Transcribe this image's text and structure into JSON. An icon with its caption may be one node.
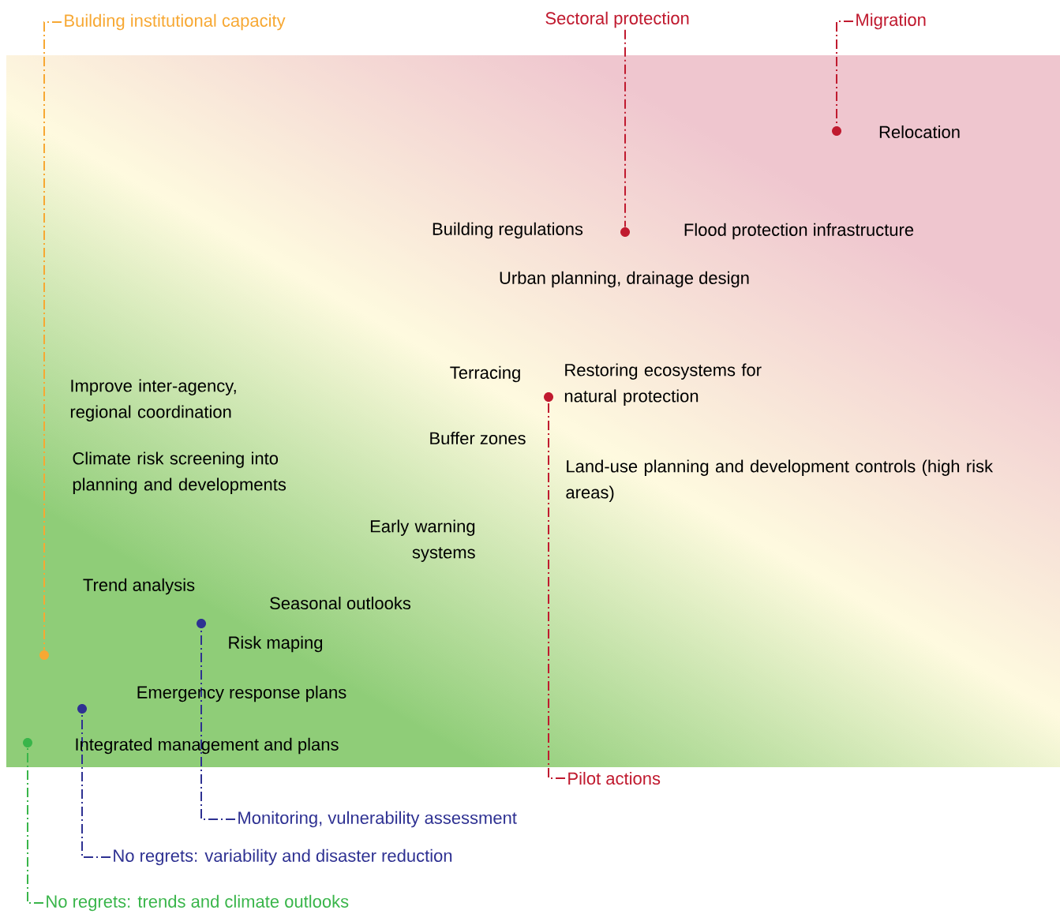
{
  "diagram": {
    "nodes": [
      {
        "text": [
          "Building institutional capacity"
        ]
      },
      {
        "text": [],
        "shape": "circle"
      },
      {
        "text": [
          "Sectoral protection"
        ]
      },
      {
        "text": [],
        "shape": "circle"
      },
      {
        "text": [
          "Migration"
        ]
      },
      {
        "text": [],
        "shape": "circle"
      },
      {
        "text": [
          "Pilot actions"
        ]
      },
      {
        "text": [],
        "shape": "circle"
      },
      {
        "text": [
          "Monitoring, vulnerability assessment"
        ]
      },
      {
        "text": [],
        "shape": "circle"
      },
      {
        "text": [
          "No regrets: variability and disaster reduction"
        ]
      },
      {
        "text": [],
        "shape": "circle"
      },
      {
        "text": [
          "No regrets: trends and climate outlooks"
        ]
      },
      {
        "text": [],
        "shape": "circle"
      }
    ],
    "edges": [
      {
        "from": 0,
        "to": 1,
        "arrow": "none",
        "style": "dashed",
        "color": "#f7a833"
      },
      {
        "from": 2,
        "to": 3,
        "arrow": "none",
        "style": "dashed"
      },
      {
        "from": 4,
        "to": 5,
        "arrow": "none",
        "style": "dashed"
      },
      {
        "from": 6,
        "to": 7,
        "arrow": "none",
        "style": "dashed"
      },
      {
        "from": 8,
        "to": 9,
        "arrow": "none",
        "style": "dashed",
        "color": "#2e3192"
      },
      {
        "from": 10,
        "to": 11,
        "arrow": "none",
        "style": "dashed",
        "color": "#2e3192"
      },
      {
        "from": 12,
        "to": 13,
        "arrow": "none",
        "style": "dashed",
        "color": "#39b54a"
      }
    ],
    "labels": [
      "Relocation",
      "Building regulations",
      "Flood protection infrastructure",
      "Urban planning, drainage design",
      "Terracing",
      "Restoring ecosystems for natural protection",
      "Improve inter-agency, regional coordination",
      "Buffer zones",
      "Climate risk screening into planning and developments",
      "Land-use planning and development controls (high risk areas)",
      "Early warning systems",
      "Trend analysis",
      "Seasonal outlooks",
      "Risk maping",
      "Emergency response plans",
      "Integrated management and plans"
    ]
  }
}
